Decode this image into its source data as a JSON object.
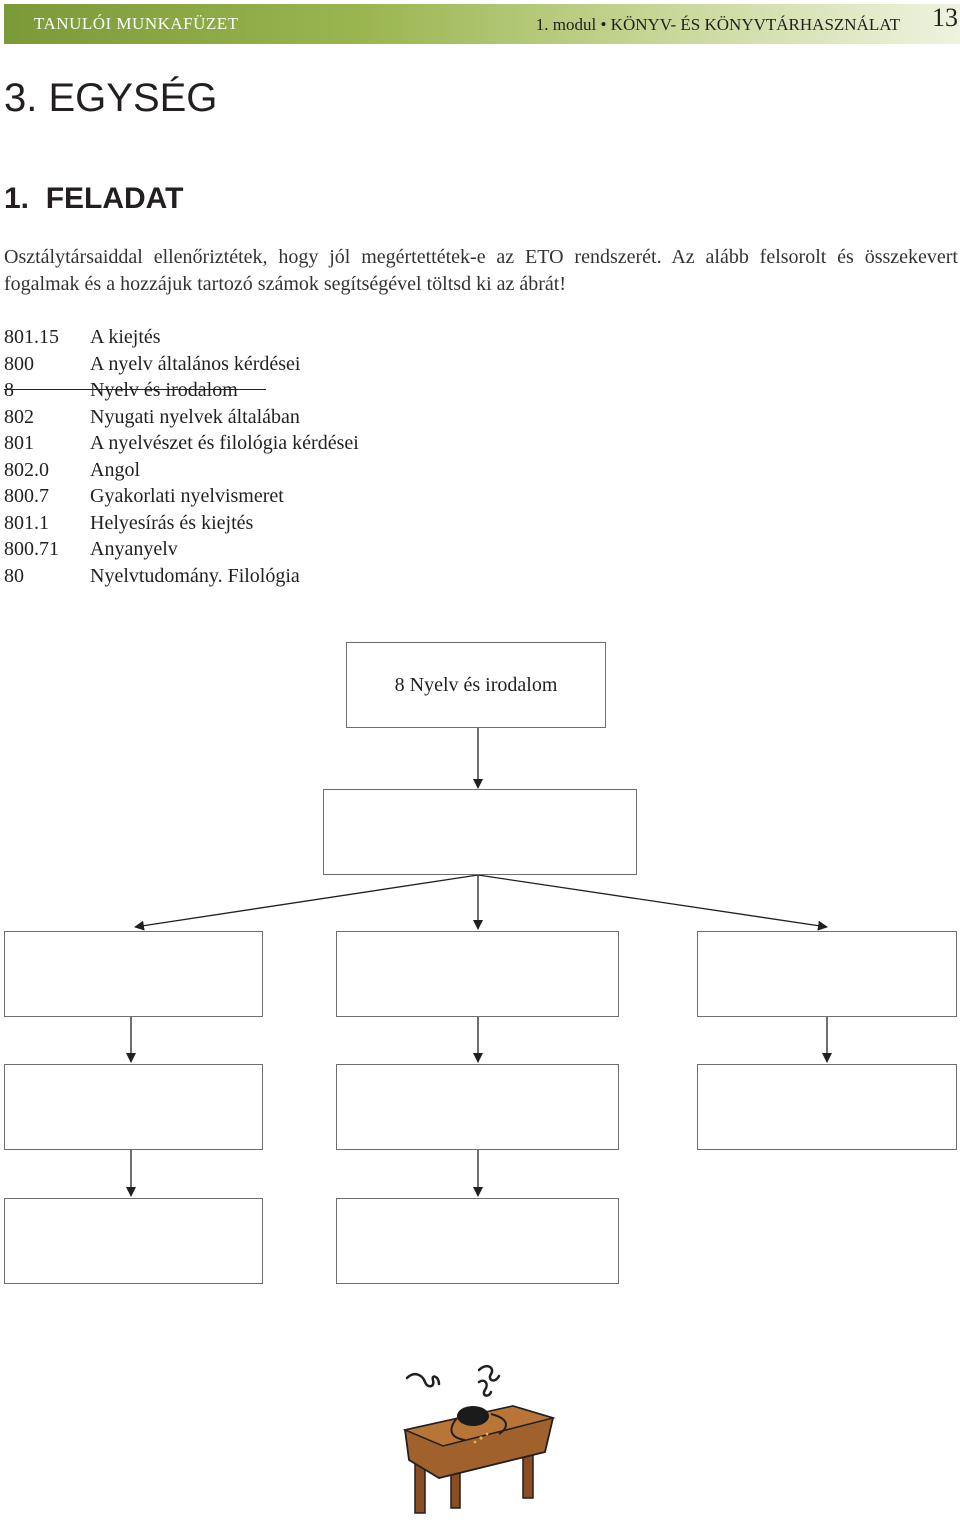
{
  "header": {
    "left_label": "Tanulói munkafüzet",
    "right_label": "1. modul • KÖNYV- ÉS KÖNYVTÁRHASZNÁLAT",
    "page_number": "13"
  },
  "unit_title": "3. EGYSÉG",
  "task_title": "1.  FELADAT",
  "instructions": "Osztálytársaiddal ellenőriztétek, hogy jól megértettétek-e az ETO rendszerét. Az alább felsorolt és összekevert fogalmak és a hozzájuk tartozó számok segítségével töltsd ki az ábrát!",
  "codes": [
    {
      "code": "801.15",
      "label": "A kiejtés"
    },
    {
      "code": "800",
      "label": "A nyelv általános kérdései"
    },
    {
      "code": "8",
      "label": "Nyelv és irodalom"
    },
    {
      "code": "802",
      "label": "Nyugati nyelvek általában"
    },
    {
      "code": "801",
      "label": "A nyelvészet és filológia kérdései"
    },
    {
      "code": "802.0",
      "label": "Angol"
    },
    {
      "code": "800.7",
      "label": "Gyakorlati nyelvismeret"
    },
    {
      "code": "801.1",
      "label": "Helyesírás és kiejtés"
    },
    {
      "code": "800.71",
      "label": "Anyanyelv"
    },
    {
      "code": "80",
      "label": "Nyelvtudomány. Filológia"
    }
  ],
  "diagram": {
    "root_label": "8 Nyelv és irodalom"
  },
  "colors": {
    "header_green": "#7a9a38",
    "desk_brown": "#a0612d"
  }
}
